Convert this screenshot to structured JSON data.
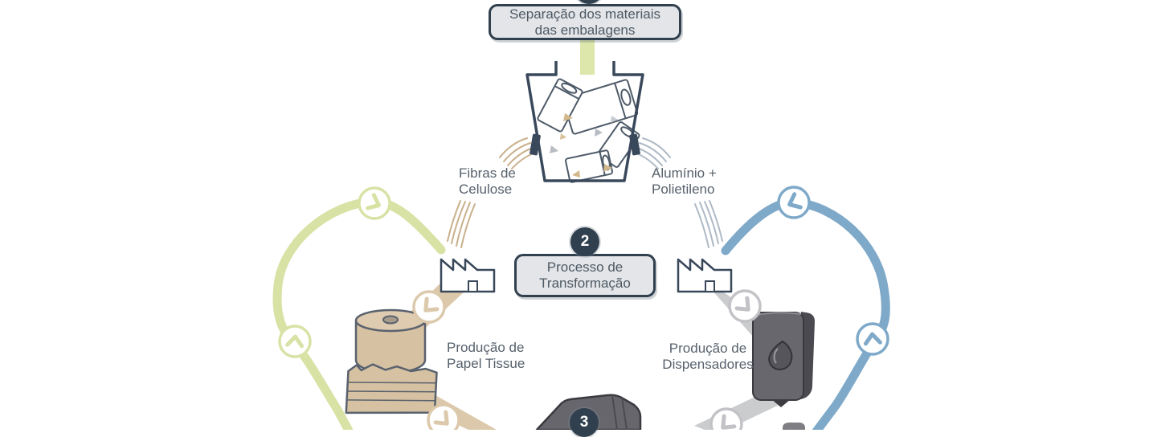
{
  "stages": {
    "separation_label": "Separação dos materiais\ndas embalagens",
    "transformation_label": "Processo de\nTransformação",
    "badge_2": "2",
    "badge_3": "3"
  },
  "materials": {
    "left_label": "Fibras de\nCelulose",
    "right_label": "Alumínio +\nPolietileno"
  },
  "production": {
    "left_label": "Produção de\nPapel Tissue",
    "right_label": "Produção de\nDispensadores"
  },
  "colors": {
    "navy": "#31404f",
    "panel_fill": "#e4e5e8",
    "green_cycle": "#d8e2a5",
    "blue_cycle": "#7fa9c9",
    "tan_flow": "#dcc9ac",
    "gray_flow": "#caccce",
    "text": "#57616c"
  }
}
